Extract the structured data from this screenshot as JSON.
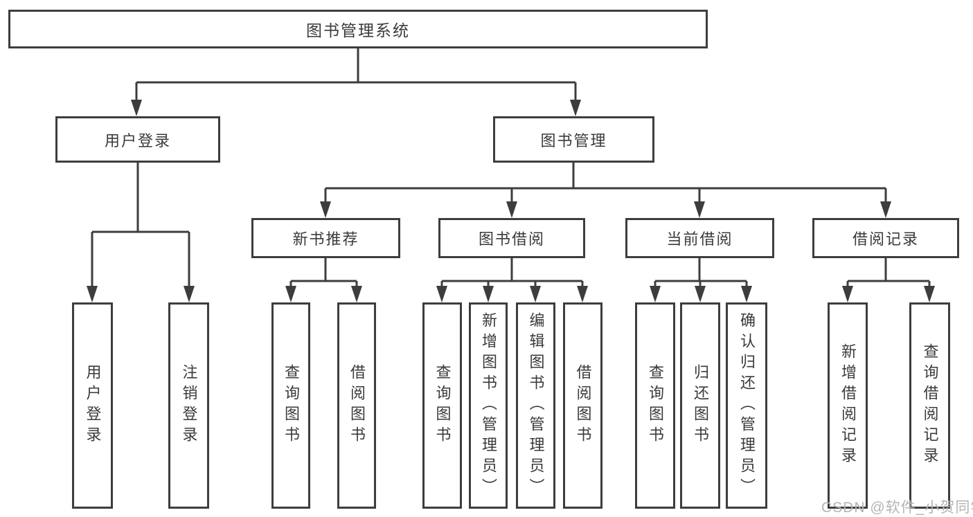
{
  "tree": {
    "root": {
      "label": "图书管理系统",
      "children": [
        {
          "label": "用户登录",
          "children": [
            {
              "label": "用户登录"
            },
            {
              "label": "注销登录"
            }
          ]
        },
        {
          "label": "图书管理",
          "children": [
            {
              "label": "新书推荐",
              "children": [
                {
                  "label": "查询图书"
                },
                {
                  "label": "借阅图书"
                }
              ]
            },
            {
              "label": "图书借阅",
              "children": [
                {
                  "label": "查询图书"
                },
                {
                  "label": "新增图书（管理员）"
                },
                {
                  "label": "编辑图书（管理员）"
                },
                {
                  "label": "借阅图书"
                }
              ]
            },
            {
              "label": "当前借阅",
              "children": [
                {
                  "label": "查询图书"
                },
                {
                  "label": "归还图书"
                },
                {
                  "label": "确认归还（管理员）"
                }
              ]
            },
            {
              "label": "借阅记录",
              "children": [
                {
                  "label": "新增借阅记录"
                },
                {
                  "label": "查询借阅记录"
                }
              ]
            }
          ]
        }
      ]
    }
  },
  "watermark": {
    "text": "CSDN @软件_小贺同学"
  },
  "colors": {
    "line": "#3d3d3d",
    "box_border": "#3d3d3d",
    "text": "#3a3a3a",
    "watermark": "#b4b4b4",
    "background": "#ffffff"
  }
}
